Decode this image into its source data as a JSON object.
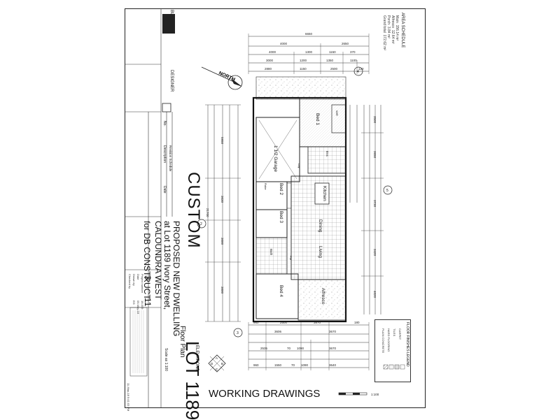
{
  "title_block": {
    "custom": "CUSTOM",
    "lot": "LOT 1189",
    "project_lines": [
      "PROPOSED NEW DWELLING",
      "at Lot 1189 Ivory Street,",
      "CALOUNDRA WEST"
    ],
    "client": "for DB CONSTRUCT",
    "sheet_title": "Floor Plan",
    "designer_label": "DESIGNER",
    "builder_label": "BUILDER",
    "scale_text": "Scale as 1:100",
    "page_number": "3",
    "total_pages": "11",
    "rev_labels": [
      "No.",
      "Description",
      "Date"
    ],
    "rev_values": [
      "Revision Schedule"
    ],
    "project_info_labels": [
      "Project number",
      "Date",
      "Drawn by",
      "Checked by"
    ],
    "project_info_values": [
      "18-009",
      "05-May-18",
      "EG",
      ""
    ],
    "timestamp": "11-May-18 5:41:03 PM"
  },
  "area_schedule": {
    "heading": "AREA SCHEDULE",
    "rows": [
      {
        "label": "Main",
        "value": "156.14 m²"
      },
      {
        "label": "Alfresco",
        "value": "12.64 m²"
      },
      {
        "label": "Porch",
        "value": "3.84 m²"
      },
      {
        "label": "Grand total",
        "value": "172.62 m²"
      }
    ]
  },
  "rooms": {
    "bed1": "Bed 1",
    "garage": "1 1/2 Garage",
    "bed2": "Bed 2",
    "bed3": "Bed 3",
    "bed4": "Bed 4",
    "kitchen": "Kitchen",
    "dining": "Dining",
    "living": "Living",
    "alfresco": "Alfresco",
    "robe": "Robe",
    "wir": "WIR",
    "ens": "Ens",
    "bath": "Bath",
    "ldy": "Ldy",
    "pdr": "Pdr"
  },
  "labels": {
    "north": "NORTH",
    "working_drawings": "WORKING DRAWINGS",
    "elevations": "ELEVATIONS",
    "elev_letters": [
      "A",
      "B",
      "C",
      "D"
    ],
    "section_marks": [
      "4",
      "5",
      "3",
      "2"
    ],
    "scale_bar_label": "1:100",
    "legend_title": "FLOOR FINISHES LEGEND",
    "legend_items": [
      "CARPET",
      "TILES",
      "HARD FLOORING",
      "PLAIN CONCRETE"
    ]
  },
  "dimensions": {
    "top_overall": "6650",
    "top_rows": [
      [
        "4000",
        "2650"
      ],
      [
        "4000",
        "1300",
        "1150",
        "370"
      ],
      [
        "3000",
        "1200",
        "1350",
        "1100"
      ],
      [
        "2880",
        "1150",
        "2500",
        "120"
      ]
    ],
    "bottom_rows": [
      [
        "960",
        "2500",
        "3870",
        "180"
      ],
      [
        "3606",
        "3670"
      ],
      [
        "2535",
        "70",
        "1090",
        "3670"
      ],
      [
        "960",
        "1550",
        "70",
        "1090",
        "3640"
      ]
    ],
    "left_overall": "21700",
    "left_parts": [
      "5950",
      "3030",
      "3000",
      "3000"
    ],
    "right_parts": [
      "3500",
      "3650",
      "3730",
      "3420",
      "4020"
    ]
  },
  "colors": {
    "ink": "#1a1a1a",
    "hatch": "#555555"
  }
}
